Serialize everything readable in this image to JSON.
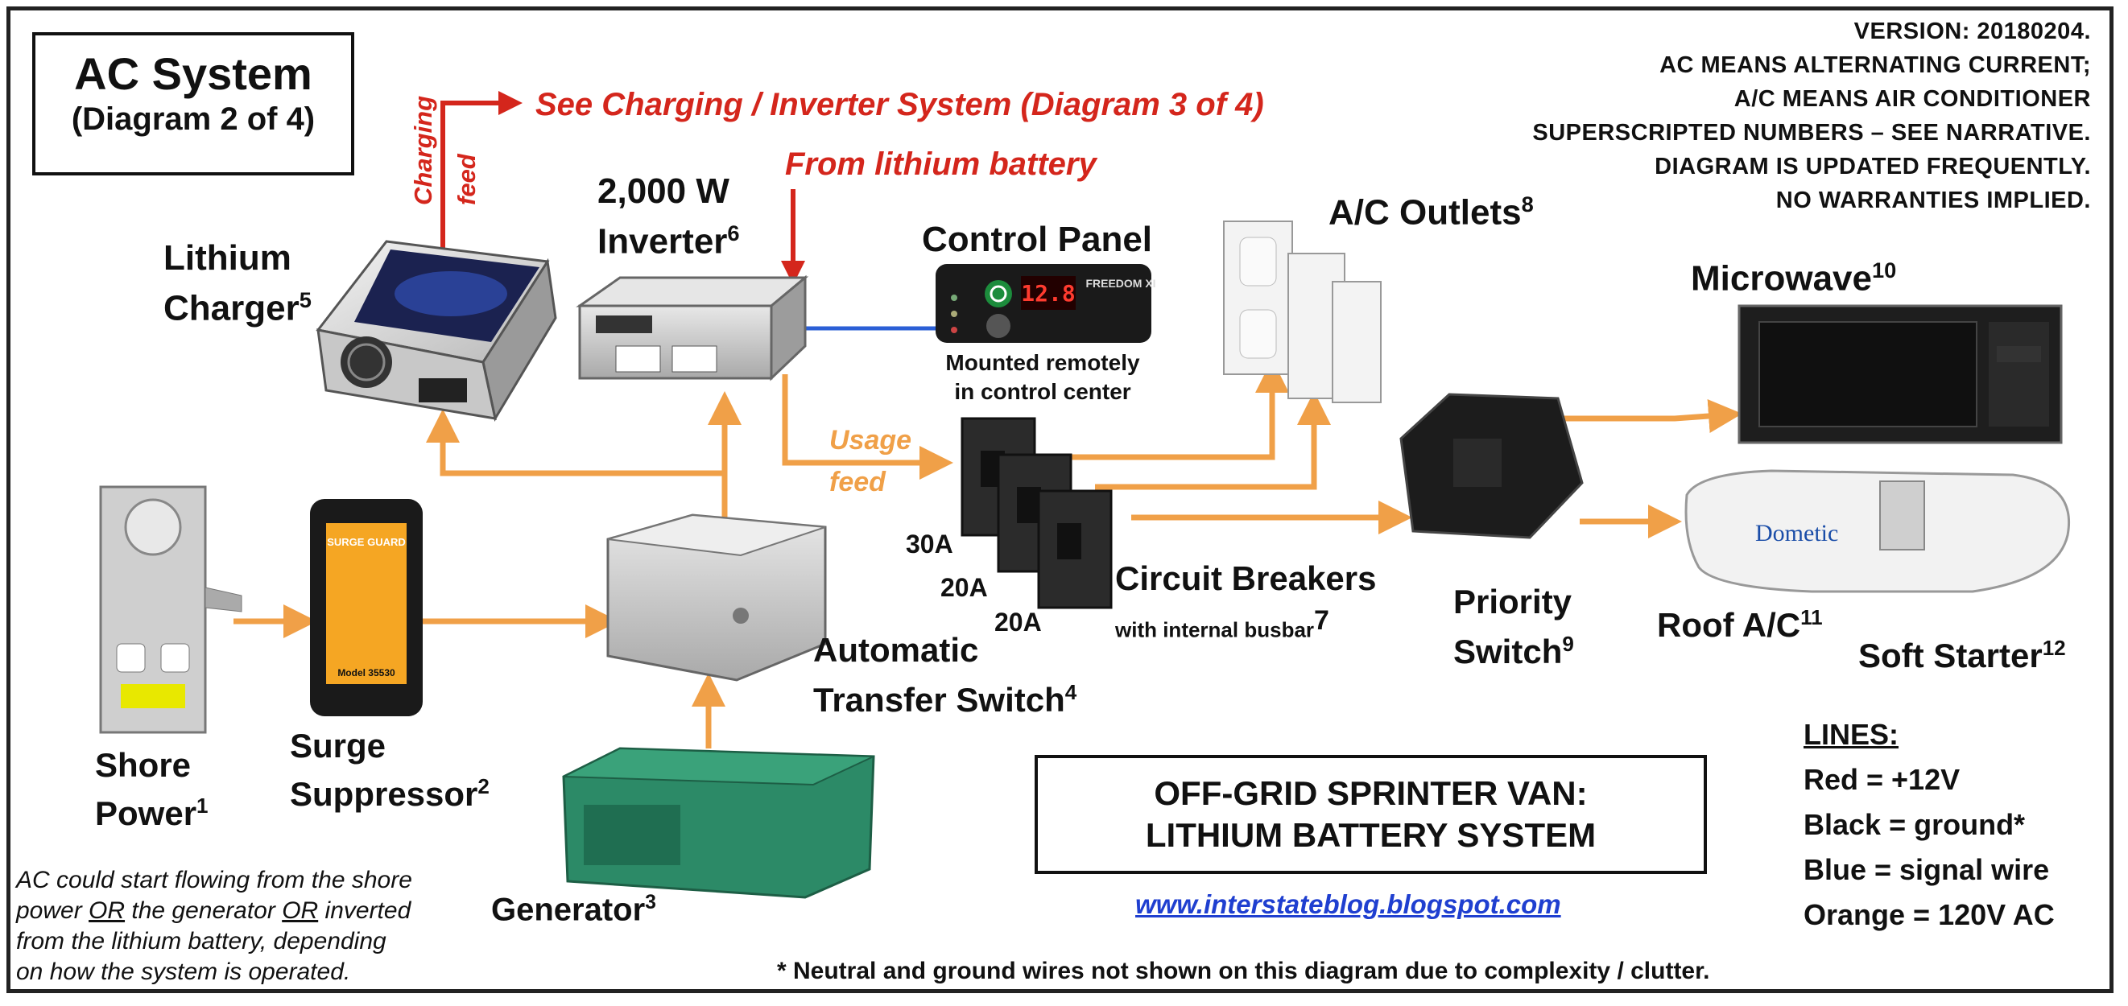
{
  "title": {
    "main": "AC System",
    "sub": "(Diagram 2 of 4)"
  },
  "version_note": [
    "VERSION:  20180204.",
    "AC MEANS ALTERNATING CURRENT;",
    "A/C MEANS AIR CONDITIONER",
    "SUPERSCRIPTED NUMBERS – SEE NARRATIVE.",
    "DIAGRAM IS UPDATED FREQUENTLY.",
    "NO WARRANTIES IMPLIED."
  ],
  "callouts": {
    "charging_link": "See Charging / Inverter System (Diagram 3 of 4)",
    "from_battery": "From lithium battery",
    "charging_feed_1": "Charging",
    "charging_feed_2": "feed",
    "usage_feed_1": "Usage",
    "usage_feed_2": "feed"
  },
  "components": {
    "charger": {
      "line1": "Lithium",
      "line2": "Charger",
      "num": "5"
    },
    "inverter": {
      "line1": "2,000 W",
      "line2": "Inverter",
      "num": "6"
    },
    "control_panel": {
      "label": "Control Panel",
      "note1": "Mounted remotely",
      "note2": "in control center",
      "display": "12.8",
      "brand": "FREEDOM XI"
    },
    "outlets": {
      "label": "A/C Outlets",
      "num": "8"
    },
    "microwave": {
      "label": "Microwave",
      "num": "10"
    },
    "shore": {
      "line1": "Shore",
      "line2": "Power",
      "num": "1"
    },
    "surge": {
      "line1": "Surge",
      "line2": "Suppressor",
      "num": "2",
      "brand": "SURGE GUARD",
      "model": "Model 35530"
    },
    "ats": {
      "line1": "Automatic",
      "line2": "Transfer Switch",
      "num": "4"
    },
    "generator": {
      "label": "Generator",
      "num": "3"
    },
    "breakers": {
      "label": "Circuit Breakers",
      "sub": "with internal busbar",
      "num": "7",
      "a30": "30A",
      "a20a": "20A",
      "a20b": "20A"
    },
    "priority": {
      "line1": "Priority",
      "line2": "Switch",
      "num": "9"
    },
    "roof_ac": {
      "label": "Roof A/C",
      "num": "11",
      "brand": "Dometic"
    },
    "soft_starter": {
      "label": "Soft Starter",
      "num": "12"
    }
  },
  "center_box": {
    "line1": "OFF-GRID SPRINTER VAN:",
    "line2": "LITHIUM BATTERY SYSTEM"
  },
  "website": "www.interstateblog.blogspot.com",
  "footnote": "* Neutral and ground wires not shown on this diagram due to complexity / clutter.",
  "lines_legend": {
    "title": "LINES:",
    "items": [
      "Red = +12V",
      "Black = ground*",
      "Blue = signal wire",
      "Orange = 120V AC"
    ]
  },
  "ac_note": {
    "p1": "AC could start flowing from the shore",
    "p2a": "power ",
    "p2b": "OR",
    "p2c": " the generator ",
    "p2d": "OR",
    "p2e": " inverted",
    "p3": "from the lithium battery, depending",
    "p4": "on how the system is operated."
  },
  "colors": {
    "red": "#d4261c",
    "orange": "#f0a048",
    "blue": "#2b5fd6",
    "black": "#111111"
  }
}
